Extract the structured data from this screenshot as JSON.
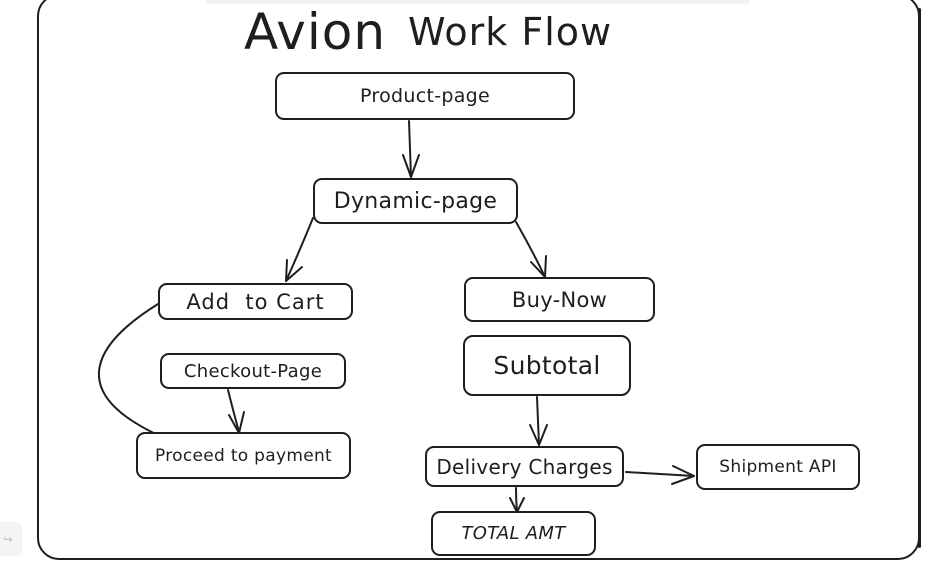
{
  "diagram": {
    "title_main": "Avion",
    "title_rest": "Work Flow",
    "nodes": {
      "product_page": "Product-page",
      "dynamic_page": "Dynamic-page",
      "add_to_cart": "Add  to Cart",
      "buy_now": "Buy-Now",
      "checkout_page": "Checkout-Page",
      "subtotal": "Subtotal",
      "proceed_to_payment": "Proceed to payment",
      "delivery_charges": "Delivery Charges",
      "shipment_api": "Shipment API",
      "total_amt": "TOTAL AMT"
    },
    "edges": [
      [
        "product_page",
        "dynamic_page"
      ],
      [
        "dynamic_page",
        "add_to_cart"
      ],
      [
        "dynamic_page",
        "buy_now"
      ],
      [
        "add_to_cart",
        "proceed_to_payment"
      ],
      [
        "checkout_page",
        "proceed_to_payment"
      ],
      [
        "subtotal",
        "delivery_charges"
      ],
      [
        "delivery_charges",
        "shipment_api"
      ],
      [
        "delivery_charges",
        "total_amt"
      ]
    ]
  },
  "ui": {
    "side_button_icon": "redo-icon",
    "side_button_glyph": "↪"
  }
}
